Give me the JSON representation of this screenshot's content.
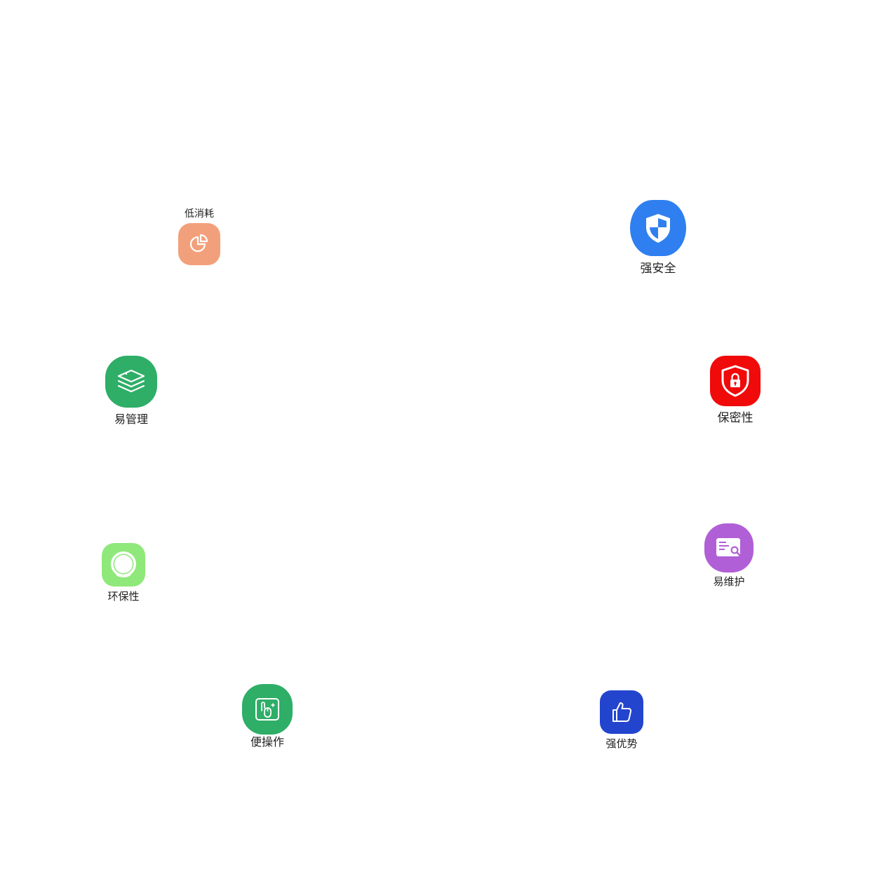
{
  "features": {
    "low_consumption": {
      "label": "低消耗",
      "icon": "pie-chart-icon",
      "color": "#F2A07B"
    },
    "strong_security": {
      "label": "强安全",
      "icon": "shield-icon",
      "color": "#2F7FF0"
    },
    "easy_management": {
      "label": "易管理",
      "icon": "layers-icon",
      "color": "#2EAE67"
    },
    "confidentiality": {
      "label": "保密性",
      "icon": "shield-lock-icon",
      "color": "#F00A0A"
    },
    "eco_friendly": {
      "label": "环保性",
      "icon": "leaf-ring-icon",
      "color": "#8FE87A"
    },
    "easy_maintenance": {
      "label": "易维护",
      "icon": "document-search-icon",
      "color": "#B15FD6"
    },
    "easy_operation": {
      "label": "便操作",
      "icon": "mouse-hand-icon",
      "color": "#2EAE67"
    },
    "strong_advantage": {
      "label": "强优势",
      "icon": "thumbs-up-icon",
      "color": "#2345CE"
    }
  }
}
